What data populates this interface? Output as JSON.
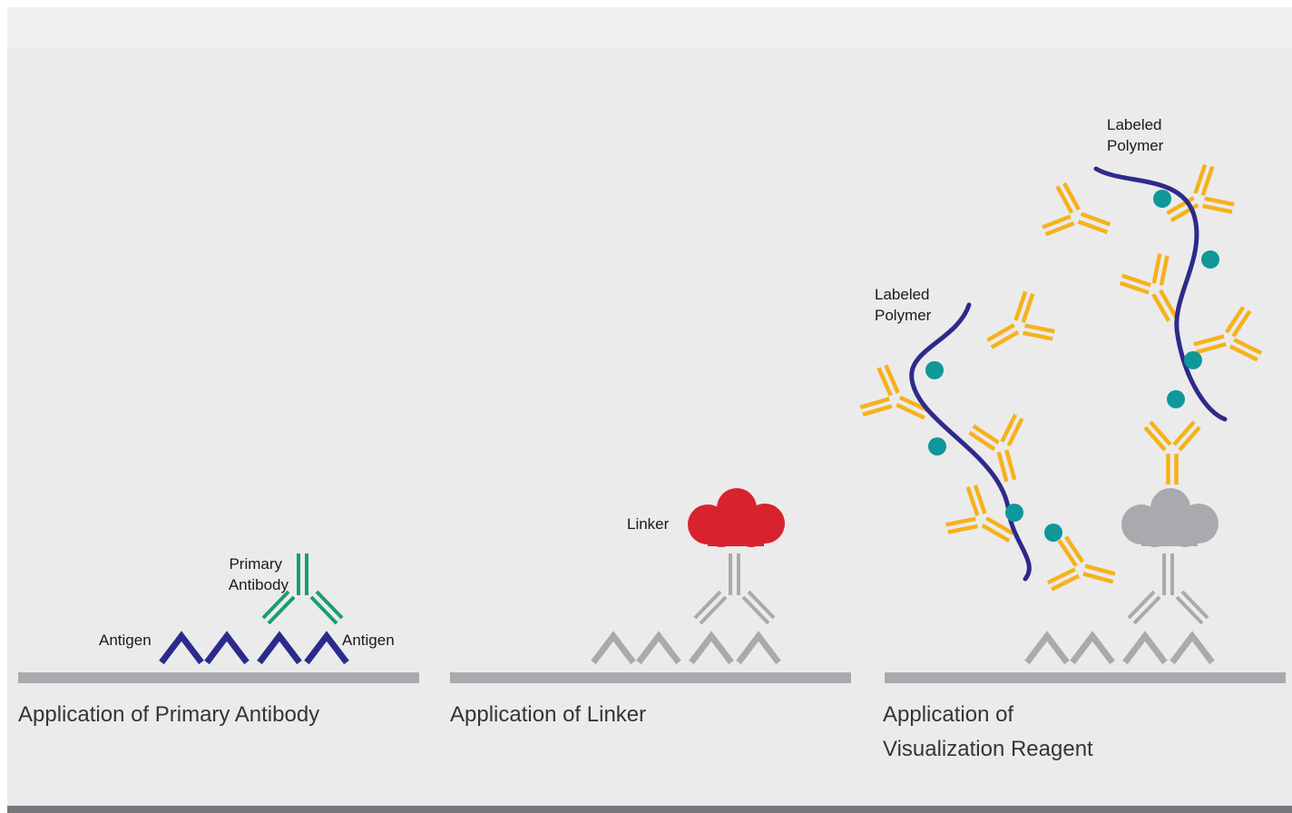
{
  "labels": {
    "antigen_left": "Antigen",
    "antigen_right": "Antigen",
    "primary_line1": "Primary",
    "primary_line2": "Antibody",
    "linker": "Linker",
    "labeled_line1": "Labeled",
    "polymer_line": "Polymer"
  },
  "captions": {
    "step1": "Application of Primary Antibody",
    "step2": "Application of Linker",
    "step3_line1": "Application of",
    "step3_line2": "Visualization Reagent"
  },
  "colors": {
    "antigen": "#2b2a8c",
    "primary_antibody": "#1a9e6e",
    "linker": "#d8232e",
    "faded": "#a9aaad",
    "secondary_antibody": "#f6b21c",
    "polymer": "#2e2a8a",
    "label_dot": "#0f979a",
    "surface": "#a9aaad"
  }
}
